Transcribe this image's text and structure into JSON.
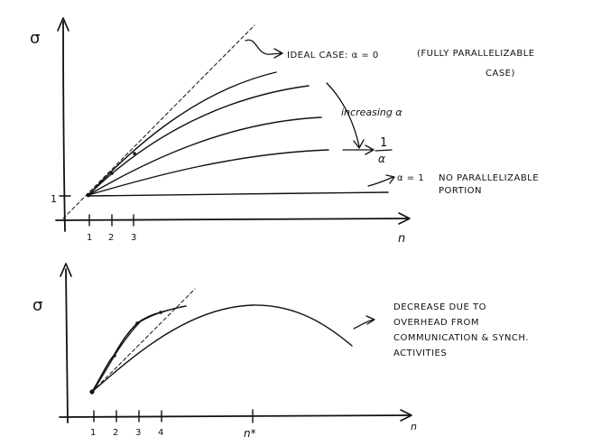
{
  "top": {
    "y_label": "σ",
    "y_tick": "1",
    "x_label": "n",
    "x_ticks": [
      "1",
      "2",
      "3"
    ],
    "ideal_line1": "IDEAL CASE:  α = 0",
    "ideal_paren1": "(FULLY PARALLELIZABLE",
    "ideal_paren2": "CASE)",
    "increasing": "increasing α",
    "inv_num": "1",
    "inv_den": "α",
    "alpha_one": "α = 1",
    "no_parallel1": "NO PARALLELIZABLE",
    "no_parallel2": "PORTION"
  },
  "bottom": {
    "y_label": "σ",
    "x_label": "n",
    "x_ticks": [
      "1",
      "2",
      "3",
      "4"
    ],
    "n_star": "n*",
    "note": [
      "DECREASE DUE TO",
      "OVERHEAD FROM",
      "COMMUNICATION & SYNCH.",
      "ACTIVITIES"
    ]
  }
}
